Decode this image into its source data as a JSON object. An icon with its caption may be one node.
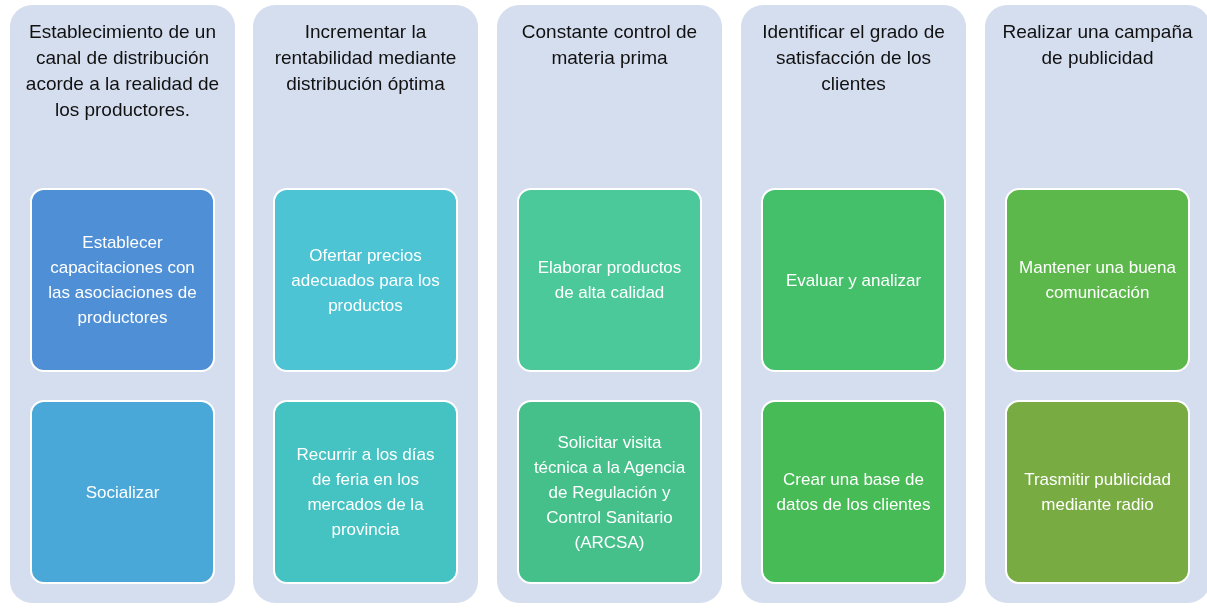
{
  "diagram": {
    "nodes": [
      {
        "text": [
          "Establecimiento de un canal de distribución acorde a la realidad de los productores."
        ]
      },
      {
        "text": [
          "Establecer capacitaciones con las asociaciones de productores"
        ],
        "in": 0
      },
      {
        "text": [
          "Socializar"
        ],
        "in": 0
      },
      {
        "text": [
          "Incrementar la rentabilidad mediante distribución óptima"
        ]
      },
      {
        "text": [
          "Ofertar precios adecuados para los productos"
        ],
        "in": 3
      },
      {
        "text": [
          "Recurrir a los días de feria en los mercados de la provincia"
        ],
        "in": 3
      },
      {
        "text": [
          "Constante control de materia prima"
        ]
      },
      {
        "text": [
          "Elaborar productos de alta calidad"
        ],
        "in": 6
      },
      {
        "text": [
          "Solicitar visita técnica a la Agencia de Regulación y Control Sanitario (ARCSA)"
        ],
        "in": 6
      },
      {
        "text": [
          "Identificar el grado de satisfacción de los clientes"
        ]
      },
      {
        "text": [
          "Evaluar y analizar"
        ],
        "in": 9
      },
      {
        "text": [
          "Crear una base de datos de los clientes"
        ],
        "in": 9
      },
      {
        "text": [
          "Realizar una campaña de publicidad"
        ]
      },
      {
        "text": [
          "Mantener una buena comunicación"
        ],
        "in": 12
      },
      {
        "text": [
          "Trasmitir publicidad mediante radio"
        ],
        "in": 12
      }
    ],
    "edges": []
  }
}
